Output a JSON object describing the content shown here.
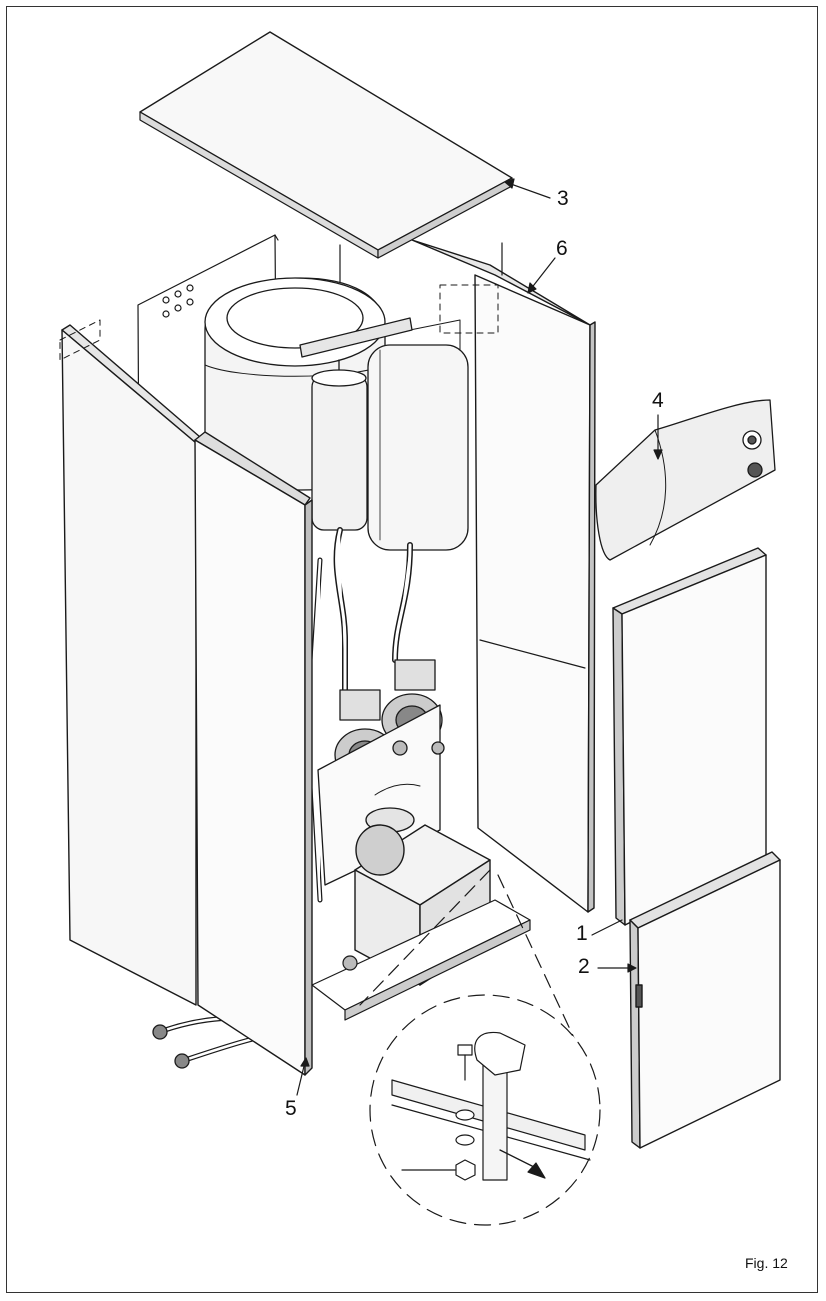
{
  "callouts": {
    "c1": "1",
    "c2": "2",
    "c3": "3",
    "c4": "4",
    "c5": "5",
    "c6": "6"
  },
  "figure": {
    "caption": "Fig. 12"
  },
  "colors": {
    "line": "#1a1a1a",
    "panel": "#f7f7f7",
    "shade": "#d6d6d6",
    "dark": "#555555"
  }
}
